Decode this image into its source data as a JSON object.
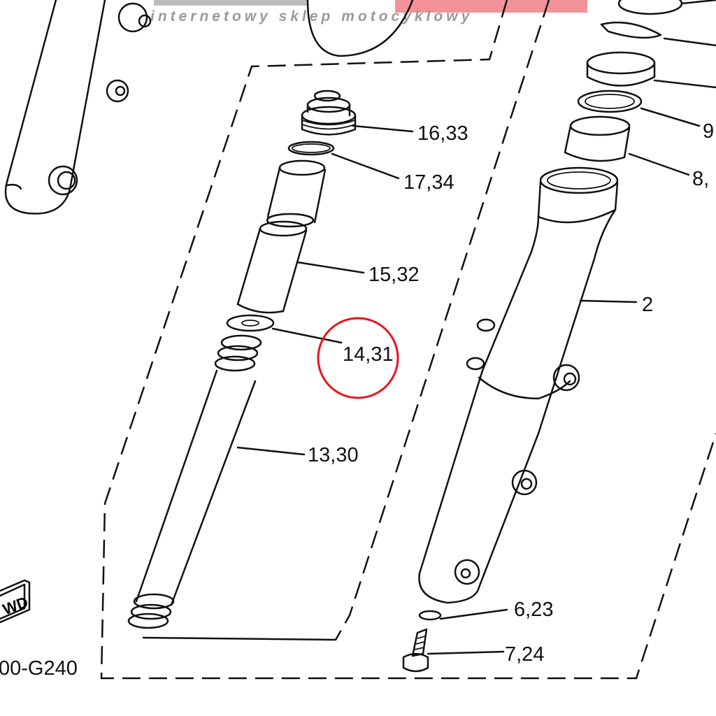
{
  "watermark": {
    "tagline": "internetowy sklep motocyklowy",
    "brand_color": "#f07f86"
  },
  "diagram_code": "00-G240",
  "fwd_badge": "WD",
  "highlight": {
    "color": "#e8141c",
    "part": "14,31"
  },
  "labels": {
    "p16": "16,33",
    "p17": "17,34",
    "p15": "15,32",
    "p14": "14,31",
    "p13": "13,30",
    "p2": "2",
    "p9": "9",
    "p8": "8,",
    "p6": "6,23",
    "p7": "7,24"
  }
}
